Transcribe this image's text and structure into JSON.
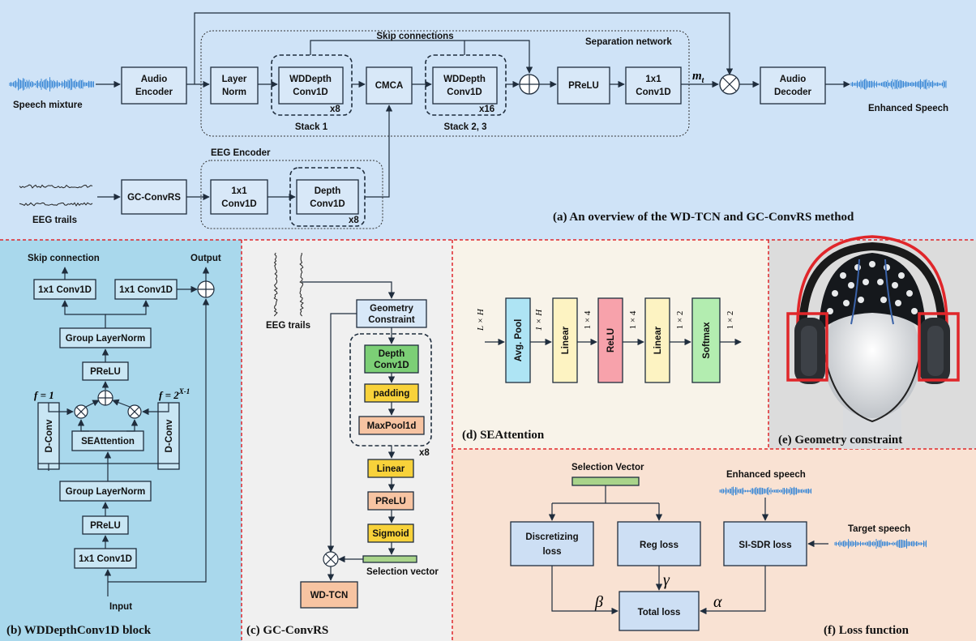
{
  "panel_a": {
    "caption": "(a) An overview of the WD-TCN and GC-ConvRS method",
    "speech_mixture": "Speech mixture",
    "audio_encoder": [
      "Audio",
      "Encoder"
    ],
    "layer_norm": [
      "Layer",
      "Norm"
    ],
    "wddepth": [
      "WDDepth",
      "Conv1D"
    ],
    "x8": "x8",
    "x16": "x16",
    "stack1": "Stack 1",
    "stack23": "Stack 2, 3",
    "cmca": "CMCA",
    "prelu": "PReLU",
    "conv1x1": [
      "1x1",
      "Conv1D"
    ],
    "mask": "m",
    "mask_sub": "t",
    "audio_decoder": [
      "Audio",
      "Decoder"
    ],
    "enhanced_speech": "Enhanced Speech",
    "skip_connections": "Skip connections",
    "separation_network": "Separation network",
    "eeg_encoder": "EEG Encoder",
    "gc_convrs": "GC-ConvRS",
    "depth_conv": [
      "Depth",
      "Conv1D"
    ],
    "eeg_trails": "EEG trails"
  },
  "panel_b": {
    "caption": "(b) WDDepthConv1D block",
    "skip_connection": "Skip connection",
    "output": "Output",
    "conv1x1": "1x1 Conv1D",
    "group_layernorm": "Group LayerNorm",
    "prelu": "PReLU",
    "f1": "f = 1",
    "f2": "f = 2",
    "f2_exp": "X-1",
    "dconv": "D-Conv",
    "seattention": "SEAttention",
    "input": "Input"
  },
  "panel_c": {
    "caption": "(c) GC-ConvRS",
    "eeg_trails": "EEG trails",
    "geometry_constraint": [
      "Geometry",
      "Constraint"
    ],
    "depth_conv": [
      "Depth",
      "Conv1D"
    ],
    "padding": "padding",
    "maxpool": "MaxPool1d",
    "x8": "x8",
    "linear": "Linear",
    "prelu": "PReLU",
    "sigmoid": "Sigmoid",
    "selection_vector": "Selection vector",
    "wdtcn": "WD-TCN"
  },
  "panel_d": {
    "caption": "(d) SEAttention",
    "in_dim": "L × H",
    "avg_pool": "Avg. Pool",
    "d1": "1 × H",
    "linear": "Linear",
    "d2": "1 × 4",
    "relu": "ReLU",
    "d3": "1 × 4",
    "d4": "1 × 2",
    "softmax": "Softmax",
    "d5": "1 × 2"
  },
  "panel_e": {
    "caption": "(e) Geometry constraint"
  },
  "panel_f": {
    "caption": "(f) Loss function",
    "selection_vector": "Selection Vector",
    "enhanced_speech": "Enhanced speech",
    "target_speech": "Target speech",
    "discretizing": [
      "Discretizing",
      "loss"
    ],
    "reg_loss": "Reg loss",
    "sisdr_loss": "SI-SDR loss",
    "total_loss": "Total loss",
    "beta": "β",
    "gamma": "γ",
    "alpha": "α"
  },
  "colors": {
    "panel_a_bg": "#cfe3f7",
    "panel_b_bg": "#a9d8ec",
    "panel_c_bg": "#f0f0f0",
    "panel_d_bg": "#f8f3e9",
    "panel_f_bg": "#f9e2d3",
    "box_blue": "#d8e8f8",
    "green": "#7ccf76",
    "yellow": "#f8d23a",
    "salmon": "#f7c4a2",
    "light_yellow": "#fdf3c2",
    "pink": "#f7a2ab",
    "light_green": "#b3edb0",
    "light_blue": "#aee4f4",
    "loss_box": "#cddff4",
    "waveform": "#3b88d6"
  }
}
